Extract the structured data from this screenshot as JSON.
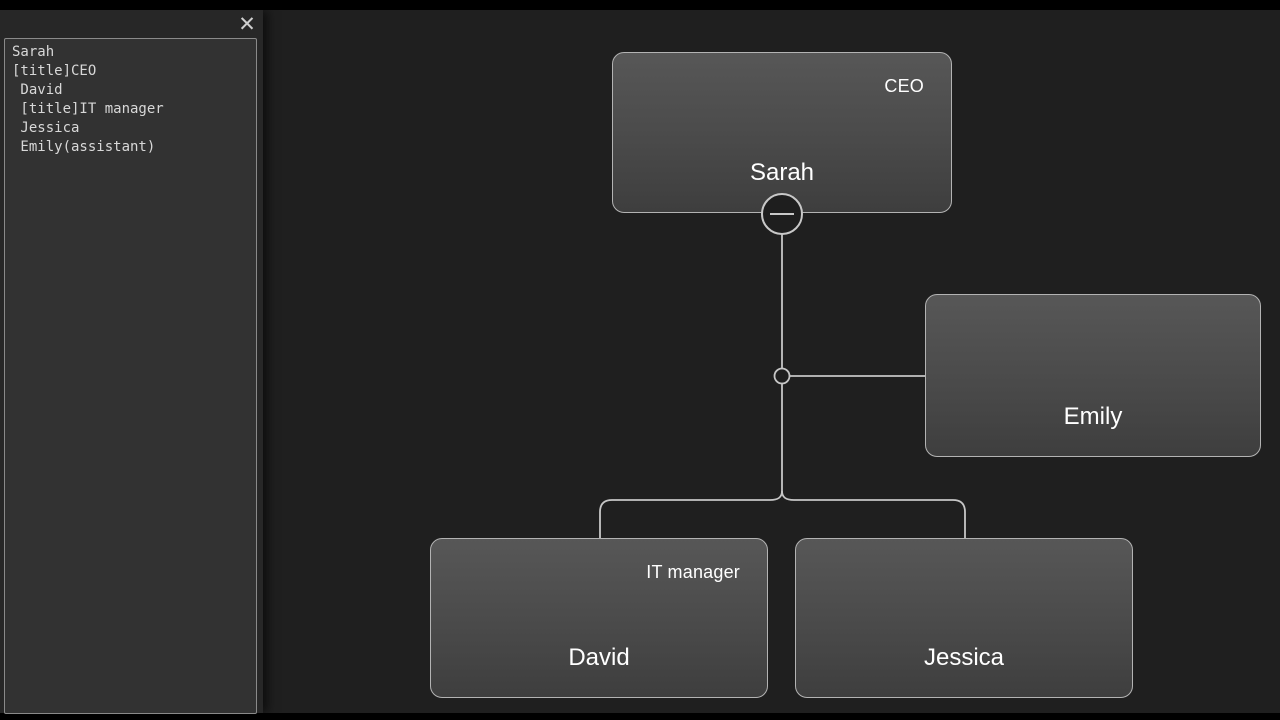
{
  "editor": {
    "content": "Sarah\n[title]CEO\n David\n [title]IT manager\n Jessica\n Emily(assistant)",
    "close_icon": "✕"
  },
  "chart": {
    "type": "org-chart",
    "root": {
      "name": "Sarah",
      "title": "CEO"
    },
    "assistant": {
      "name": "Emily",
      "title": ""
    },
    "children": [
      {
        "name": "David",
        "title": "IT manager"
      },
      {
        "name": "Jessica",
        "title": ""
      }
    ],
    "collapse_toggle_state": "expanded"
  },
  "colors": {
    "canvas_bg": "#1f1f1f",
    "panel_bg": "#272727",
    "editor_bg": "#323232",
    "editor_border": "#8a8a8a",
    "editor_text": "#d8d8d8",
    "node_border": "#b3b3b3",
    "node_gradient_top": "#575757",
    "node_gradient_bottom": "#3e3e3e",
    "node_text": "#ffffff",
    "connector": "#c6c6c6"
  }
}
